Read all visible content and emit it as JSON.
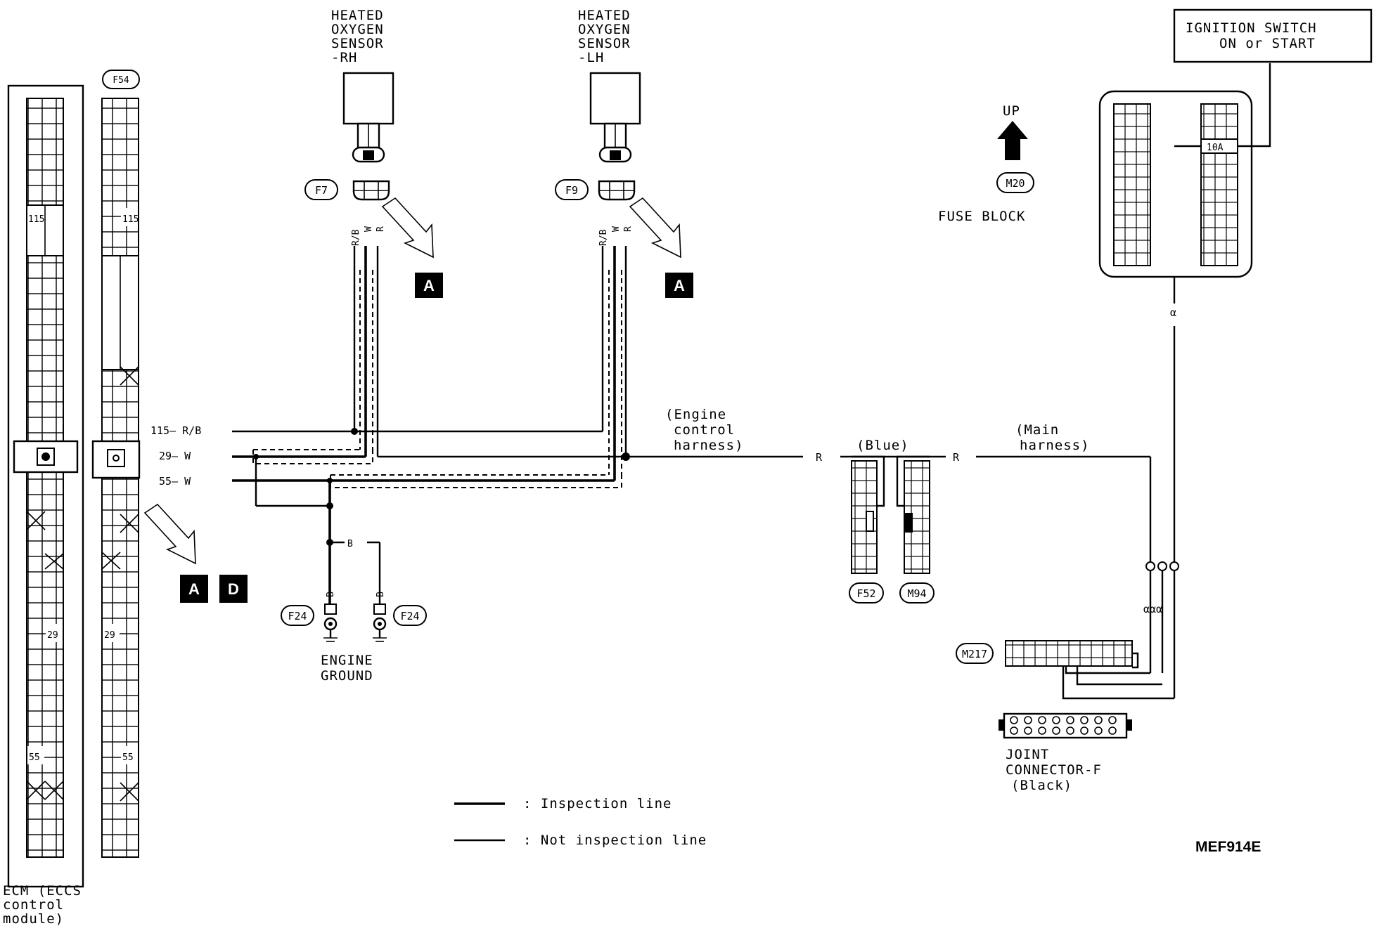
{
  "sensor_rh": {
    "line1": "HEATED",
    "line2": "OXYGEN",
    "line3": "SENSOR",
    "line4": "-RH",
    "connector": "F7",
    "wire1": "R/B",
    "wire2": "W",
    "wire3": "R"
  },
  "sensor_lh": {
    "line1": "HEATED",
    "line2": "OXYGEN",
    "line3": "SENSOR",
    "line4": "-LH",
    "connector": "F9",
    "wire1": "R/B",
    "wire2": "W",
    "wire3": "R"
  },
  "ignition": {
    "line1": "IGNITION SWITCH",
    "line2": "ON or START"
  },
  "fuse": {
    "rating": "10A",
    "connector": "M20",
    "label": "FUSE BLOCK",
    "wire": "α"
  },
  "up": {
    "label": "UP"
  },
  "ecm": {
    "line1": "ECM (ECCS",
    "line2": "control",
    "line3": "module)",
    "connector": "F54",
    "pin_a": "115",
    "pin_b": "29",
    "pin_c": "55"
  },
  "terminals": {
    "t115": "115— R/B",
    "t29": "29— W",
    "t55": "55— W"
  },
  "harness": {
    "engine_1": "(Engine",
    "engine_2": "control",
    "engine_3": "harness)",
    "main_1": "(Main",
    "main_2": "harness)",
    "wire_r1": "R",
    "wire_r2": "R",
    "blue": "(Blue)",
    "conn_f52": "F52",
    "conn_m94": "M94"
  },
  "ground": {
    "wire": "B",
    "wire_l": "B",
    "wire_r": "B",
    "conn_l": "F24",
    "conn_r": "F24",
    "line1": "ENGINE",
    "line2": "GROUND"
  },
  "joint": {
    "connector": "M217",
    "line1": "JOINT",
    "line2": "CONNECTOR-F",
    "line3": "(Black)",
    "a1": "α",
    "a2": "α",
    "a3": "α",
    "alpha_row": "ααα"
  },
  "refs": {
    "a1": "A",
    "a2": "A",
    "a3": "A",
    "d": "D"
  },
  "legend": {
    "inspection": ": Inspection line",
    "not_inspection": ": Not inspection line"
  },
  "code": {
    "id": "MEF914E"
  }
}
